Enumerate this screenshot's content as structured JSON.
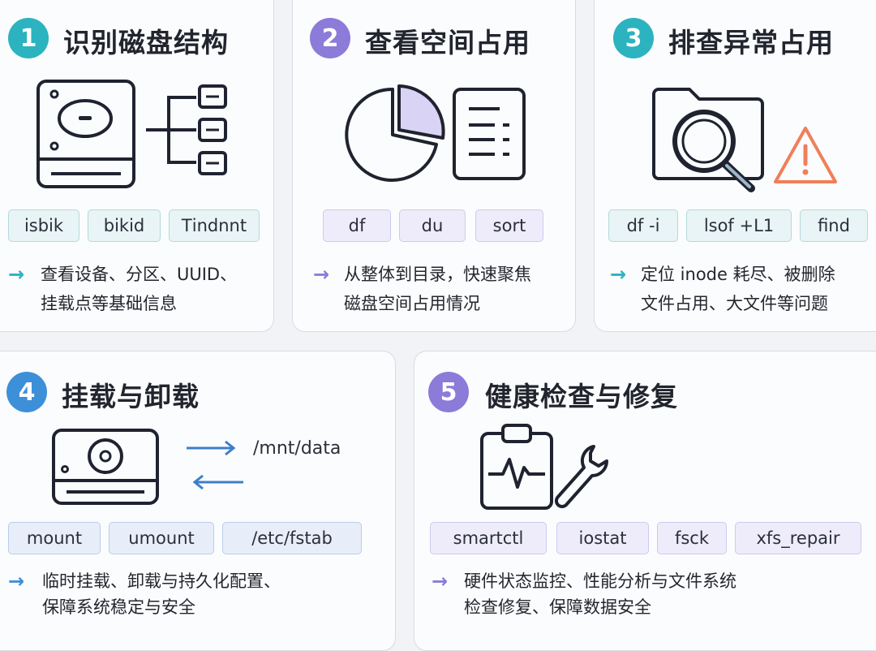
{
  "colors": {
    "teal": "#2bb3bf",
    "purple": "#8c7bd8",
    "blue": "#3d8fd8",
    "warning": "#f07f5a"
  },
  "cards": [
    {
      "number": "1",
      "title": "识别磁盘结构",
      "commands": [
        "isbik",
        "bikid",
        "ꓔindnnt"
      ],
      "description": [
        "查看设备、分区、UUID、",
        "挂载点等基础信息"
      ],
      "icons": [
        "hard-drive-icon",
        "partition-tree-icon"
      ]
    },
    {
      "number": "2",
      "title": "查看空间占用",
      "commands": [
        "df",
        "du",
        "sort"
      ],
      "description": [
        "从整体到目录，快速聚焦",
        "磁盘空间占用情况"
      ],
      "icons": [
        "pie-chart-icon",
        "document-list-icon"
      ]
    },
    {
      "number": "3",
      "title": "排查异常占用",
      "commands": [
        "df -i",
        "lsof +L1",
        "find"
      ],
      "description": [
        "定位 inode 耗尽、被删除",
        "文件占用、大文件等问题"
      ],
      "icons": [
        "folder-search-icon",
        "warning-icon"
      ]
    },
    {
      "number": "4",
      "title": "挂载与卸载",
      "commands": [
        "mount",
        "umount",
        "/etc/fstab"
      ],
      "description": [
        "临时挂载、卸载与持久化配置、",
        "保障系统稳定与安全"
      ],
      "mount_path": "/mnt/data",
      "icons": [
        "hard-drive-icon",
        "arrows-icon"
      ]
    },
    {
      "number": "5",
      "title": "健康检查与修复",
      "commands": [
        "smartctl",
        "iostat",
        "fsck",
        "xfs_repair"
      ],
      "description": [
        "硬件状态监控、性能分析与文件系统",
        "检查修复、保障数据安全"
      ],
      "icons": [
        "clipboard-pulse-icon",
        "wrench-icon"
      ]
    }
  ]
}
